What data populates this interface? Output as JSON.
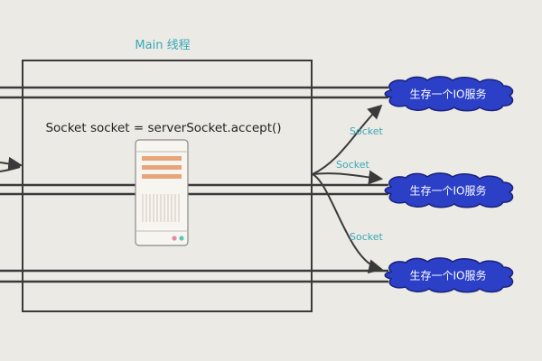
{
  "diagram": {
    "main_thread_label": "Main 线程",
    "accept_code": "Socket socket = serverSocket.accept()",
    "socket_labels": [
      "Socket",
      "Socket",
      "Socket"
    ],
    "io_services": [
      {
        "label": "生存一个IO服务"
      },
      {
        "label": "生存一个IO服务"
      },
      {
        "label": "生存一个IO服务"
      }
    ],
    "colors": {
      "background": "#eceae4",
      "line": "#3a3a3a",
      "label_teal": "#3aa8b8",
      "cloud_fill": "#2b3fc7",
      "cloud_stroke": "#1a2278",
      "cloud_text": "#ffffff",
      "server_body": "#f7f5f0",
      "server_rows": "#e9a57a",
      "server_stripes": "#d8cfc4"
    },
    "icons": {
      "server": "server-icon",
      "cloud": "cloud-shape"
    }
  }
}
